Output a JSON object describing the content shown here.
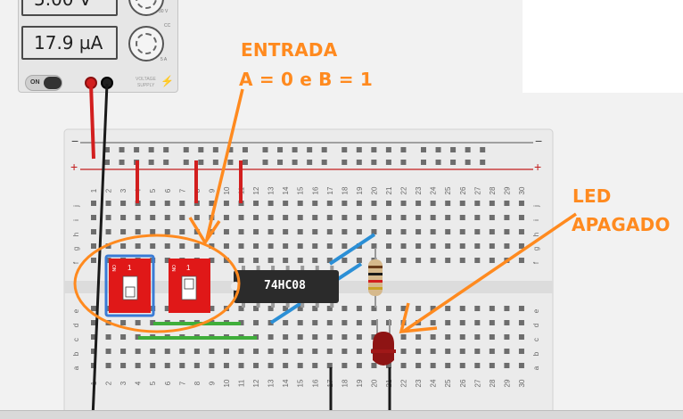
{
  "power_supply": {
    "voltage_display": "5.00 V",
    "current_display": "17.9 µA",
    "on_label": "ON",
    "voltage_knob_scale": "30 V",
    "current_knob_scale": "5 A",
    "cc_label": "CC",
    "brand_line1": "VOLTAGE",
    "brand_line2": "SUPPLY"
  },
  "breadboard": {
    "plus_label": "+",
    "minus_label": "−",
    "column_numbers": [
      "1",
      "2",
      "3",
      "4",
      "5",
      "6",
      "7",
      "8",
      "9",
      "10",
      "11",
      "12",
      "13",
      "14",
      "15",
      "16",
      "17",
      "18",
      "19",
      "20",
      "21",
      "22",
      "23",
      "24",
      "25",
      "26",
      "27",
      "28",
      "29",
      "30"
    ],
    "row_letters_top": [
      "j",
      "i",
      "h",
      "g",
      "f"
    ],
    "row_letters_bottom": [
      "e",
      "d",
      "c",
      "b",
      "a"
    ]
  },
  "components": {
    "chip_label": "74HC08",
    "dip_switch_a_label": "1",
    "dip_switch_b_label": "1",
    "dip_on_label": "ON"
  },
  "annotations": {
    "input_line1": "ENTRADA",
    "input_line2": "A = 0 e B = 1",
    "led_line1": "LED",
    "led_line2": "APAGADO"
  },
  "colors": {
    "annotation": "#ff8a1f",
    "wire_red": "#d21f1f",
    "wire_green": "#3fae3a",
    "wire_blue": "#2b8fd6",
    "wire_black": "#1a1a1a",
    "led_off": "#8e1414",
    "dip_red": "#e01818"
  }
}
